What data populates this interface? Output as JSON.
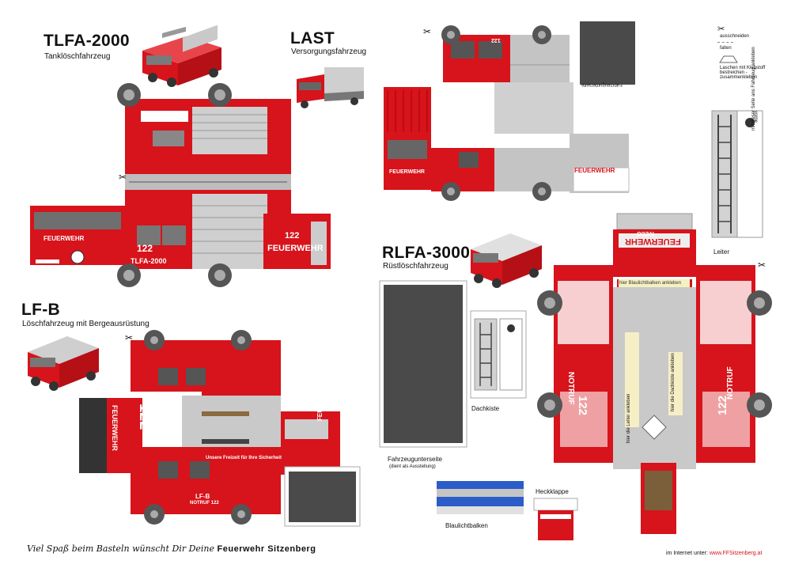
{
  "vehicles": {
    "tlfa": {
      "title": "TLFA-2000",
      "subtitle": "Tanklöschfahrzeug",
      "door_code": "TLFA-2000",
      "number": "122",
      "brand": "FEUERWEHR"
    },
    "last": {
      "title": "LAST",
      "subtitle": "Versorgungsfahrzeug",
      "number": "122",
      "brand": "FEUERWEHR"
    },
    "lfb": {
      "title": "LF-B",
      "subtitle": "Löschfahrzeug mit Bergeausrüstung",
      "door_code": "LF-B",
      "door_sub": "NOTRUF 122",
      "number": "122",
      "brand": "FEUERWEHR"
    },
    "rlfa": {
      "title": "RLFA-3000",
      "subtitle": "Rüstlöschfahrzeug",
      "brand_mirror": "FEUERWEHR",
      "make": "IVECO",
      "notruf": "NOTRUF",
      "number": "122"
    }
  },
  "parts": {
    "dachkiste": "Dachkiste",
    "fahrzeugunterseite": "Fahrzeugunterseite",
    "ausstellung": "(dient als Ausstellung)",
    "leiter": "Leiter",
    "blaulichtbalken": "Blaulichtbalken",
    "heckklappe": "Heckklappe",
    "blaulicht_hint": "hier Blaulichtbalken ankleben",
    "leiter_hint": "hier die Leiter ankleben",
    "dachkiste_hint": "hier die Dachkiste ankleben",
    "seite_hint": "mit dieser Seite ans Fahrzeug ankleben",
    "vorne": "vorne",
    "slogan": "Unsere Freizeit für Ihre Sicherheit"
  },
  "legend": {
    "cut": "ausschneiden",
    "fold": "falten",
    "glue": "Laschen mit Klebstoff bestreichen - zusammenkleben"
  },
  "footer": {
    "left_text": "Viel Spaß beim Basteln wünscht Dir Deine",
    "left_brand": "Feuerwehr Sitzenberg",
    "right_prefix": "im Internet unter:",
    "right_url": "www.FFSitzenberg.at"
  },
  "colors": {
    "fire_red": "#d7131b",
    "dark_grey": "#4a4a4a",
    "panel_grey": "#bfbfbf"
  }
}
